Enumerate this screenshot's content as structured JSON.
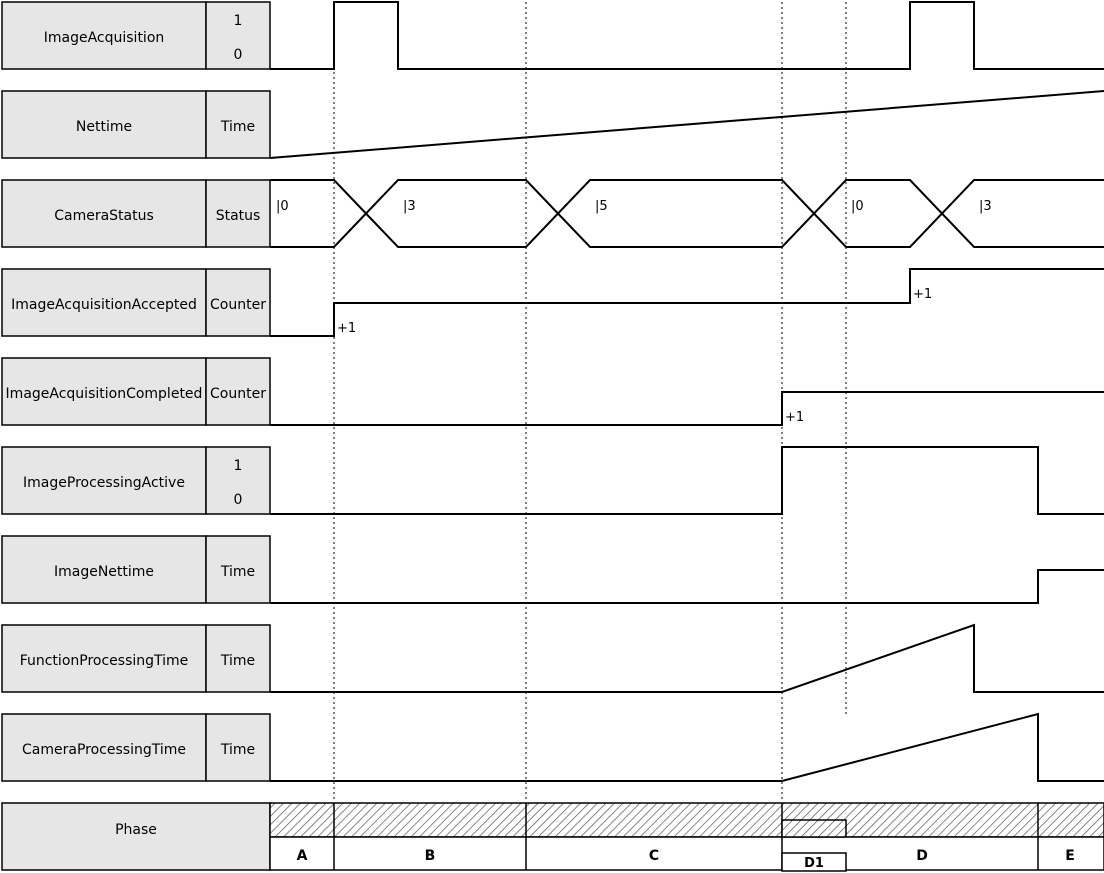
{
  "signals": [
    {
      "name": "ImageAcquisition",
      "unit_top": "1",
      "unit_bottom": "0",
      "kind": "binary"
    },
    {
      "name": "Nettime",
      "unit": "Time",
      "kind": "ramp"
    },
    {
      "name": "CameraStatus",
      "unit": "Status",
      "kind": "bus",
      "values": [
        "|0",
        "|3",
        "|5",
        "|0",
        "|3"
      ]
    },
    {
      "name": "ImageAcquisitionAccepted",
      "unit": "Counter",
      "kind": "counter",
      "annotations": [
        "+1",
        "+1"
      ]
    },
    {
      "name": "ImageAcquisitionCompleted",
      "unit": "Counter",
      "kind": "counter",
      "annotations": [
        "+1"
      ]
    },
    {
      "name": "ImageProcessingActive",
      "unit_top": "1",
      "unit_bottom": "0",
      "kind": "binary"
    },
    {
      "name": "ImageNettime",
      "unit": "Time",
      "kind": "step"
    },
    {
      "name": "FunctionProcessingTime",
      "unit": "Time",
      "kind": "ramp"
    },
    {
      "name": "CameraProcessingTime",
      "unit": "Time",
      "kind": "ramp"
    }
  ],
  "phase": {
    "label": "Phase",
    "segments": [
      "A",
      "B",
      "C",
      "D",
      "E"
    ],
    "sub_segments": [
      "D1"
    ]
  }
}
